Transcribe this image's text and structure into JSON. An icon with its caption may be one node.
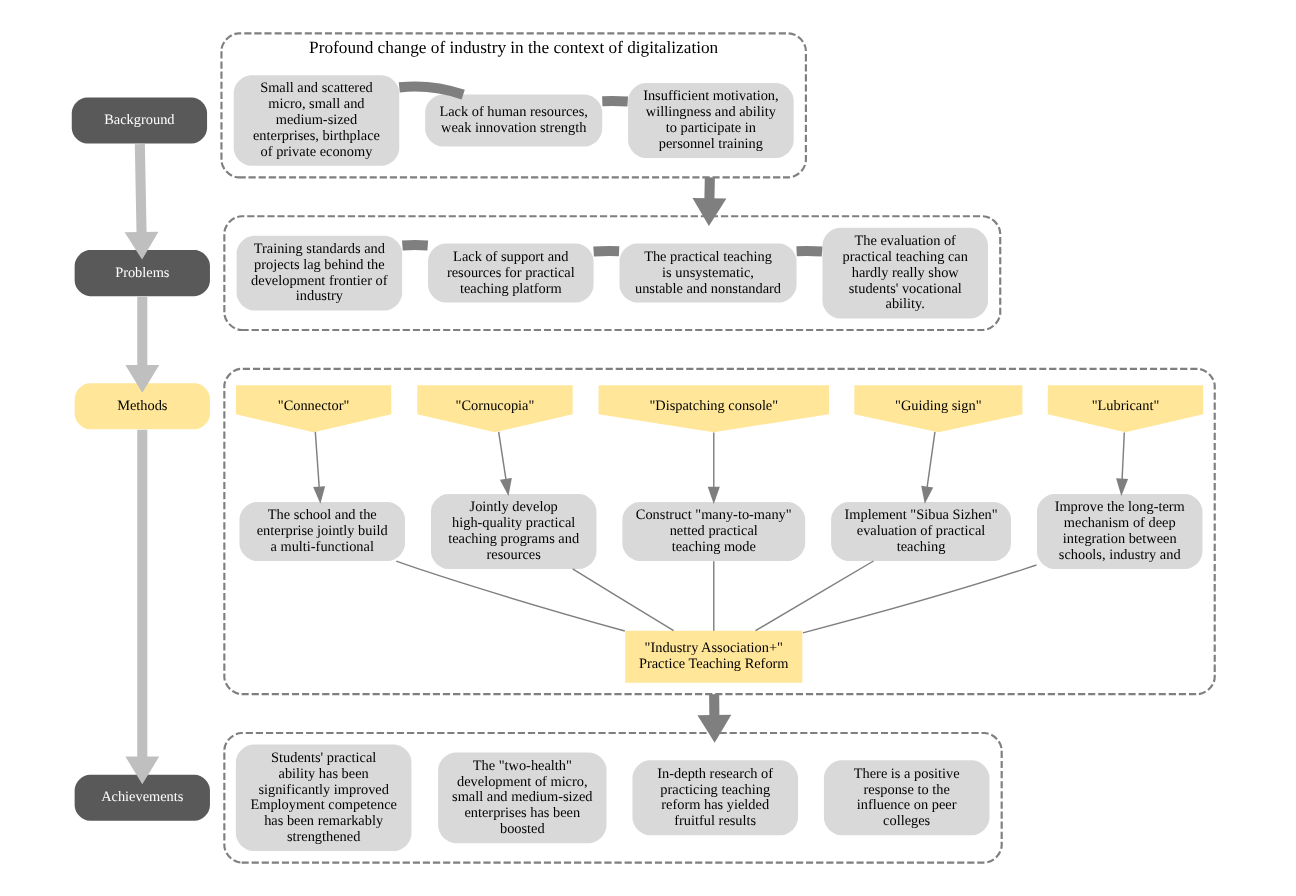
{
  "diagram": {
    "nodes": [
      {
        "text": [
          "Background"
        ]
      },
      {
        "text": [
          "Profound change of industry in the context of digitalization"
        ]
      },
      {
        "text": [
          "Small and scattered micro, small and medium-sized enterprises, birthplace of private economy"
        ],
        "in": 1
      },
      {
        "text": [
          "Lack of human resources, weak innovation strength"
        ],
        "in": 1
      },
      {
        "text": [
          "Insufficient motivation, willingness and ability to participate in personnel training"
        ],
        "in": 1
      },
      {
        "text": [
          "Problems"
        ]
      },
      {
        "text": [],
        "shape": "box"
      },
      {
        "text": [
          "Training standards and projects lag behind the development frontier of industry"
        ],
        "in": 6
      },
      {
        "text": [
          "Lack of support and resources for practical teaching platform"
        ],
        "in": 6
      },
      {
        "text": [
          "The practical teaching is unsystematic, unstable and nonstandard"
        ],
        "in": 6
      },
      {
        "text": [
          "The evaluation of practical teaching can hardly really show students' vocational ability."
        ],
        "in": 6
      },
      {
        "text": [
          "Methods"
        ]
      },
      {
        "text": [],
        "shape": "box"
      },
      {
        "text": [
          "\"Connector\""
        ],
        "in": 12
      },
      {
        "text": [
          "\"Cornucopia\""
        ],
        "in": 12
      },
      {
        "text": [
          "\"Dispatching console\""
        ],
        "in": 12
      },
      {
        "text": [
          "\"Guiding sign\""
        ],
        "in": 12
      },
      {
        "text": [
          "\"Lubricant\""
        ],
        "in": 12
      },
      {
        "text": [
          "The school and the enterprise jointly build a multi-functional"
        ],
        "in": 12
      },
      {
        "text": [
          "Jointly develop high-quality practical teaching programs and resources"
        ],
        "in": 12
      },
      {
        "text": [
          "Construct \"many-to-many\" netted practical teaching mode"
        ],
        "in": 12
      },
      {
        "text": [
          "Implement \"Sibua Sizhen\" evaluation of practical teaching"
        ],
        "in": 12
      },
      {
        "text": [
          "Improve the long-term mechanism of deep integration between schools, industry and"
        ],
        "in": 12
      },
      {
        "text": [
          "\"Industry Association+\" Practice Teaching Reform"
        ],
        "in": 12
      },
      {
        "text": [
          "Achievements"
        ]
      },
      {
        "text": [],
        "shape": "box"
      },
      {
        "text": [
          "Students' practical ability has been significantly improved Employment competence has been remarkably strengthened"
        ],
        "in": 25
      },
      {
        "text": [
          "The \"two-health\" development of micro, small and medium-sized enterprises has been boosted"
        ],
        "in": 25
      },
      {
        "text": [
          "In-depth research of practicing teaching reform has yielded fruitful results"
        ],
        "in": 25
      },
      {
        "text": [
          "There is a positive response to the influence on peer colleges"
        ],
        "in": 25
      }
    ],
    "edges": [
      {
        "from": 2,
        "to": 3,
        "arrow": "none",
        "style": "thick"
      },
      {
        "from": 3,
        "to": 4,
        "arrow": "none",
        "style": "thick"
      },
      {
        "from": 7,
        "to": 8,
        "arrow": "none",
        "style": "thick"
      },
      {
        "from": 8,
        "to": 9,
        "arrow": "none",
        "style": "thick"
      },
      {
        "from": 9,
        "to": 10,
        "arrow": "none",
        "style": "thick"
      },
      {
        "from": 0,
        "to": 5,
        "arrow": "to",
        "style": "thick",
        "color": "#bfbfbf"
      },
      {
        "from": 1,
        "to": 6,
        "arrow": "to",
        "style": "thick"
      },
      {
        "from": 5,
        "to": 11,
        "arrow": "to",
        "style": "thick",
        "color": "#bfbfbf"
      },
      {
        "from": 13,
        "to": 18,
        "arrow": "to"
      },
      {
        "from": 14,
        "to": 19,
        "arrow": "to"
      },
      {
        "from": 15,
        "to": 20,
        "arrow": "to"
      },
      {
        "from": 16,
        "to": 21,
        "arrow": "to"
      },
      {
        "from": 17,
        "to": 22,
        "arrow": "to"
      },
      {
        "from": 18,
        "to": 23,
        "arrow": "none"
      },
      {
        "from": 19,
        "to": 23,
        "arrow": "none"
      },
      {
        "from": 20,
        "to": 23,
        "arrow": "none"
      },
      {
        "from": 21,
        "to": 23,
        "arrow": "none"
      },
      {
        "from": 22,
        "to": 23,
        "arrow": "none"
      },
      {
        "from": 11,
        "to": 24,
        "arrow": "to",
        "style": "thick",
        "color": "#bfbfbf"
      },
      {
        "from": 12,
        "to": 25,
        "arrow": "to",
        "style": "thick"
      }
    ]
  }
}
